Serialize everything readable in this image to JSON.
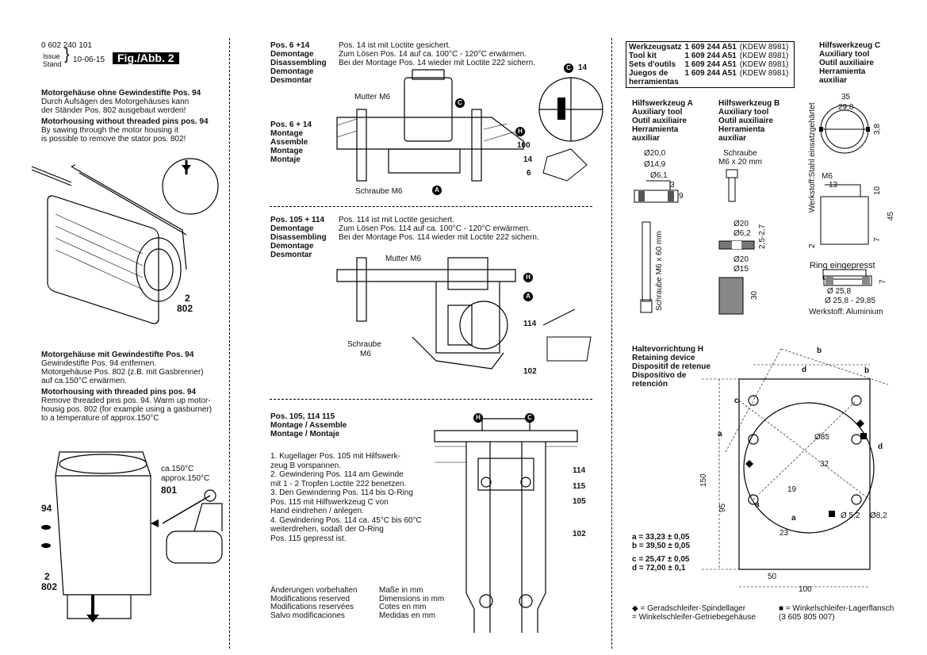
{
  "header": {
    "part_no": "0 602 240 101",
    "issue": "Issue",
    "stand": "Stand",
    "date": "10-06-15",
    "fig": "Fig./Abb. 2"
  },
  "col1": {
    "s1_title_de": "Motorgehäuse ohne Gewindestifte Pos. 94",
    "s1_de_1": "Durch Aufsägen des Motorgehäuses kann",
    "s1_de_2": "der Ständer Pos. 802 ausgebaut werden!",
    "s1_title_en": "Motorhousing without threaded pins pos. 94",
    "s1_en_1": "By sawing through the motor housing it",
    "s1_en_2": "is possible to remove the stator pos. 802!",
    "label_2a": "2",
    "label_802a": "802",
    "s2_title_de": "Motorgehäuse mit Gewindestifte Pos. 94",
    "s2_de_1": "Gewindestifte Pos. 94 entfernen.",
    "s2_de_2": "Motorgehäuse Pos. 802 (z.B. mit Gasbrenner)",
    "s2_de_3": "auf ca.150°C erwärmen.",
    "s2_title_en": "Motorhousing with threaded pins pos. 94",
    "s2_en_1": "Remove threaded pins pos. 94. Warm up motor-",
    "s2_en_2": "housig pos. 802 (for example using a gasburner)",
    "s2_en_3": "to a temperature of approx.150°C",
    "temp_de": "ca.150°C",
    "temp_en": "approx.150°C",
    "label_801": "801",
    "label_94": "94",
    "label_2b": "2",
    "label_802b": "802"
  },
  "col2": {
    "p1_pos": "Pos. 6 +14",
    "p1_ops": [
      "Demontage",
      "Disassembling",
      "Demontage",
      "Desmontar"
    ],
    "p1_text": [
      "Pos. 14 ist mit Loctite gesichert.",
      "Zum Lösen Pos. 14 auf ca. 100°C - 120°C erwärmen.",
      "Bei der Montage Pos. 14 wieder mit Loctite 222 sichern."
    ],
    "p2_pos": "Pos. 6 + 14",
    "p2_ops": [
      "Montage",
      "Assemble",
      "Montage",
      "Montaje"
    ],
    "mutter_m6": "Mutter M6",
    "schraube_m6": "Schraube M6",
    "l_c": "C",
    "l_h": "H",
    "l_a": "A",
    "l_100": "100",
    "l_14": "14",
    "l_6": "6",
    "l_14b": "14",
    "p3_pos": "Pos. 105 + 114",
    "p3_ops": [
      "Demontage",
      "Disassembling",
      "Demontage",
      "Desmontar"
    ],
    "p3_text": [
      "Pos. 114 ist mit Loctite gesichert.",
      "Zum Lösen Pos. 114 auf ca. 100°C - 120°C  erwärmen.",
      "Bei der Montage Pos. 114 wieder mit Loctite 222 sichern."
    ],
    "mutter_m6b": "Mutter M6",
    "schraube": "Schraube",
    "m6": "M6",
    "l_114": "114",
    "l_102": "102",
    "p4_pos": "Pos. 105, 114   115",
    "p4_ops": [
      "Montage / Assemble",
      "Montage / Montaje"
    ],
    "steps": [
      "1. Kugellager Pos. 105 mit Hilfswerk-",
      "    zeug B vorspannen.",
      "2. Gewindering Pos. 114 am Gewinde",
      "    mit 1 - 2 Tropfen Loctite 222 benetzen.",
      "3. Den Gewindering Pos. 114 bis O-Ring",
      "    Pos. 115 mit Hilfswerkzeug C von",
      "    Hand eindrehen / anlegen.",
      "4. Gewindering Pos. 114 ca. 45°C bis 60°C",
      "    weiterdrehen, sodaß der O-Ring",
      "    Pos. 115 gepresst ist."
    ],
    "l_114c": "114",
    "l_115": "115",
    "l_105": "105",
    "l_102b": "102",
    "changes": [
      "Änderungen vorbehalten",
      "Modifications reserved",
      "Modifications reservées",
      "Salvo modificaciones"
    ],
    "dims": [
      "Maße in mm",
      "Dimensions in mm",
      "Cotes en mm",
      "Medidas en mm"
    ]
  },
  "col3": {
    "kit_rows": [
      {
        "label": "Werkzeugsatz",
        "no": "1 609 244 A51",
        "code": "(KDEW 8981)"
      },
      {
        "label": "Tool kit",
        "no": "1 609 244 A51",
        "code": "(KDEW 8981)"
      },
      {
        "label": "Sets d'outils",
        "no": "1 609 244 A51",
        "code": "(KDEW 8981)"
      },
      {
        "label": "Juegos de",
        "no": "1 609 244 A51",
        "code": "(KDEW 8981)"
      },
      {
        "label": "herramientas",
        "no": "",
        "code": ""
      }
    ],
    "toolC": [
      "Hilfswerkzeug C",
      "Auxiliary tool",
      "Outil auxiliaire",
      "Herramienta",
      "auxiliar"
    ],
    "toolA": [
      "Hilfswerkzeug A",
      "Auxiliary tool",
      "Outil auxiliaire",
      "Herramienta",
      "auxiliar"
    ],
    "toolB": [
      "Hilfswerkzeug B",
      "Auxiliary tool",
      "Outil auxiliaire",
      "Herramienta",
      "auxiliar"
    ],
    "a_d20": "Ø20,0",
    "a_d149": "Ø14,9",
    "a_d61": "Ø6,1",
    "a_3": "3",
    "a_9": "9",
    "b_schraube": "Schraube",
    "b_m6x20": "M6 x 20 mm",
    "b_d20": "Ø20",
    "b_d62": "Ø6,2",
    "b_25": "2,5-2,7",
    "b_d20b": "Ø20",
    "b_d15": "Ø15",
    "b_30": "30",
    "schraube_m6x60": "Schraube M6 x 60 mm",
    "c_35": "35",
    "c_298": "29,8",
    "c_38": "3,8",
    "c_m6": "M6",
    "c_13": "13",
    "c_10": "10",
    "c_45": "45",
    "c_2": "2",
    "c_7": "7",
    "c_7b": "7",
    "werkstoff_stahl": "Werkstoff:Stahl einsatzgehärtet",
    "ring": "Ring eingepresst",
    "r_258": "Ø 25,8",
    "r_range": "Ø 25,8 - 29,85",
    "werkstoff_al": "Werkstoff: Aluminium",
    "hold": [
      "Haltevorrichtung H",
      "Retaining device",
      "Dispositif de retenue",
      "Dispositivo de",
      "retención"
    ],
    "h_b": "b",
    "h_d": "d",
    "h_b2": "b",
    "h_c": "c",
    "h_a": "a",
    "h_d2": "d",
    "h_d85": "Ø85",
    "h_32": "32",
    "h_19": "19",
    "h_a2": "a",
    "h_a3": "a",
    "h_23": "23",
    "h_d52": "Ø 5,2",
    "h_d82": "Ø8,2",
    "h_150": "150",
    "h_95": "95",
    "h_50": "50",
    "h_100": "100",
    "values": [
      "a = 33,23 ± 0,05",
      "b = 39,50 ± 0,05",
      "c = 25,47 ± 0,05",
      "d = 72,00 ± 0,1"
    ],
    "legend1": [
      "◆ = Geradschleifer-Spindellager",
      "   = Winkelschleifer-Getriebegehäuse"
    ],
    "legend2": [
      "■ = Winkelschleifer-Lagerflansch",
      "    (3 605 805 007)"
    ]
  }
}
